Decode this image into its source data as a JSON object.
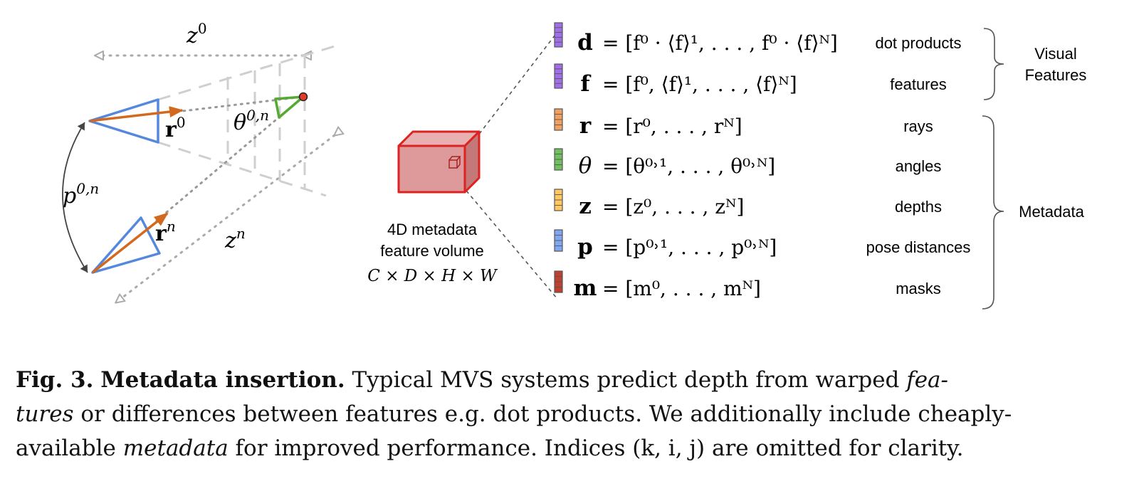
{
  "left_diagram": {
    "label_z0": "z⁰",
    "label_zn": "zⁿ",
    "label_r0": "r⁰",
    "label_rn": "rⁿ",
    "label_theta": "θ⁰ⁿ",
    "label_theta_base": "θ",
    "label_theta_sup": "0,n",
    "label_p_base": "p",
    "label_p_sup": "0,n"
  },
  "volume": {
    "line1": "4D metadata",
    "line2": "feature volume",
    "dims": "C × D × H × W",
    "color_front": "#de9a9a",
    "color_edge": "#dd2222"
  },
  "rows": [
    {
      "symbol": "d",
      "equation": "= [f⁰ · ⟨f⟩¹, . . . , f⁰ · ⟨f⟩ᴺ]",
      "label": "dot products",
      "color": "#a070e8"
    },
    {
      "symbol": "f",
      "equation": "= [f⁰, ⟨f⟩¹, . . . , ⟨f⟩ᴺ]",
      "label": "features",
      "color": "#a070e8"
    },
    {
      "symbol": "r",
      "equation": "= [r⁰, . . . , rᴺ]",
      "label": "rays",
      "color": "#f0a060"
    },
    {
      "symbol": "θ",
      "equation": "= [θ⁰˒¹, . . . , θ⁰˒ᴺ]",
      "label": "angles",
      "color": "#70c060"
    },
    {
      "symbol": "z",
      "equation": "= [z⁰, . . . , zᴺ]",
      "label": "depths",
      "color": "#ffc860"
    },
    {
      "symbol": "p",
      "equation": "= [p⁰˒¹, . . . , p⁰˒ᴺ]",
      "label": "pose distances",
      "color": "#80a8f0"
    },
    {
      "symbol": "m",
      "equation": "= [m⁰, . . . , mᴺ]",
      "label": "masks",
      "color": "#c04030"
    }
  ],
  "groups": {
    "visual_line1": "Visual",
    "visual_line2": "Features",
    "metadata": "Metadata"
  },
  "caption": {
    "fig_label": "Fig. 3.",
    "title": "Metadata insertion.",
    "l1_a": " Typical MVS systems predict depth from warped ",
    "l1_b": "fea-",
    "l2_a": "tures",
    "l2_b": " or differences between features e.g. dot products. We additionally include cheaply-",
    "l3_a": "available ",
    "l3_b": "metadata",
    "l3_c": " for improved performance. Indices (k, i, j) are omitted for clarity."
  }
}
